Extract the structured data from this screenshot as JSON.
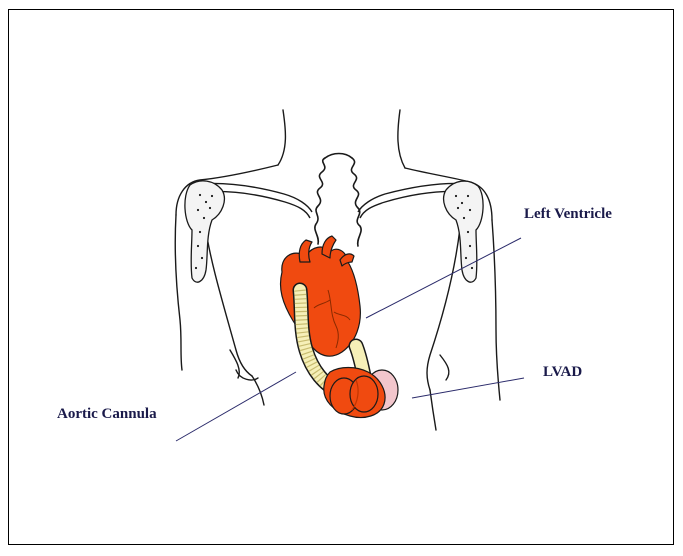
{
  "diagram": {
    "labels": {
      "left_ventricle": "Left Ventricle",
      "lvad": "LVAD",
      "aortic_cannula": "Aortic Cannula"
    },
    "colors": {
      "outline": "#1a1a1a",
      "heart_fill": "#f04a10",
      "heart_dark": "#c23500",
      "cannula_fill": "#f6f0b8",
      "lvad_highlight": "#f2c6cc",
      "label_color": "#1a1a4a",
      "leader_line": "#2a2a6a"
    }
  }
}
